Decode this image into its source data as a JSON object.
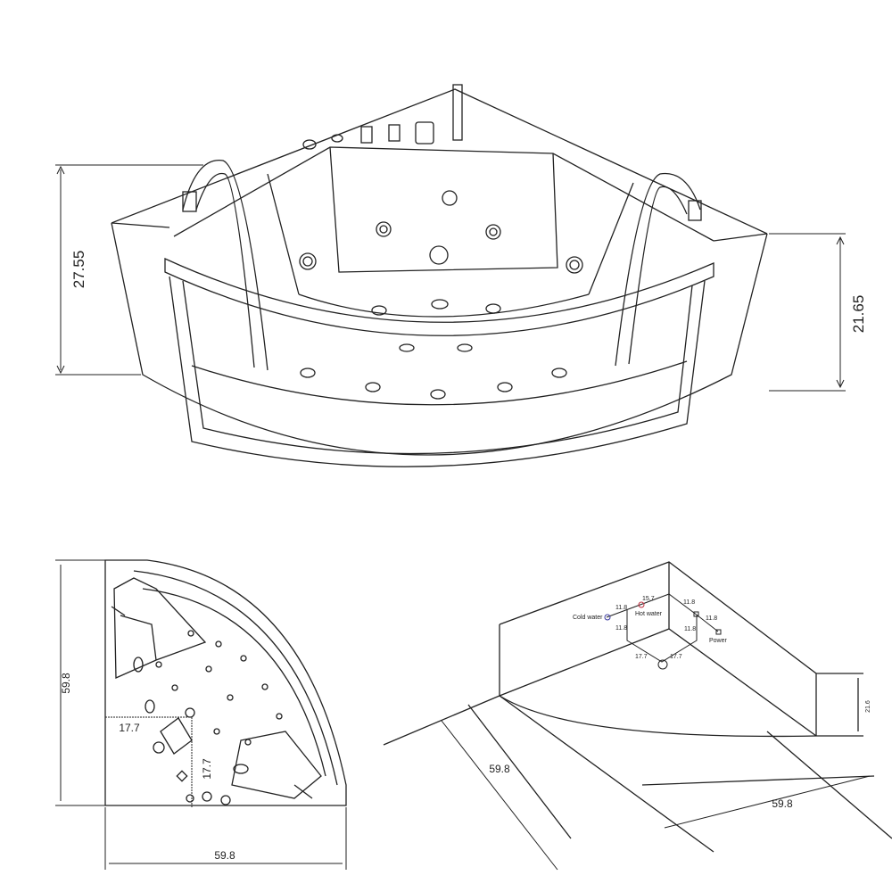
{
  "perspective_view": {
    "height_back": "27.55",
    "height_front": "21.65"
  },
  "top_view": {
    "depth": "59.8",
    "width": "59.8",
    "drain_offset_x": "17.7",
    "drain_offset_y": "17.7"
  },
  "installation_view": {
    "wall_width_left": "59.8",
    "wall_width_right": "59.8",
    "apron_height": "21.6",
    "hot_water_offset": "15.7",
    "cold_water_height": "11.8",
    "cold_water_depth": "11.8",
    "power_offset_a": "11.8",
    "power_offset_b": "11.8",
    "power_height": "11.8",
    "drain_offset_left": "17.7",
    "drain_offset_right": "17.7",
    "cold_water_label": "Cold water",
    "hot_water_label": "Hot water",
    "power_label": "Power",
    "cold_water_color": "#3a3aa0",
    "hot_water_color": "#c03040"
  }
}
